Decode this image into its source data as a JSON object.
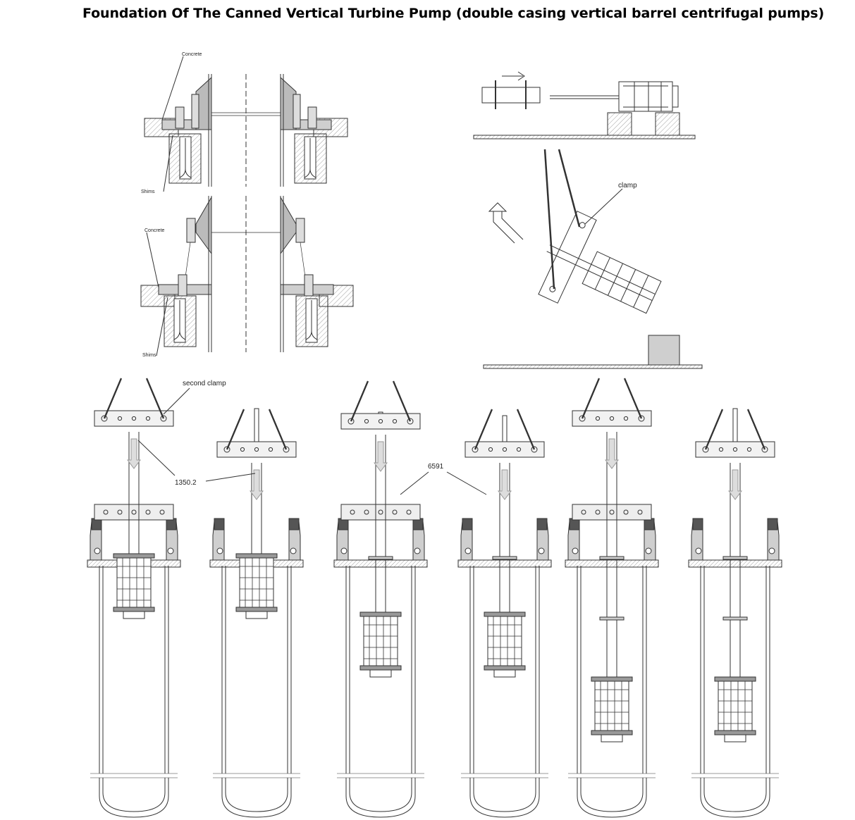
{
  "title": "Foundation Of The Canned Vertical Turbine Pump (double casing vertical barrel centrifugal pumps)",
  "labels": {
    "concrete_top": "Concrete",
    "shims_top": "Shims",
    "concrete_bottom": "Concrete",
    "shims_bottom": "Shims",
    "clamp": "clamp",
    "second_clamp": "second clamp",
    "dim_1350": "1350.2",
    "dim_6591": "6591"
  },
  "colors": {
    "line": "#333333",
    "hatch": "#999999",
    "fill_gray": "#cfcfcf",
    "dark": "#555555"
  }
}
